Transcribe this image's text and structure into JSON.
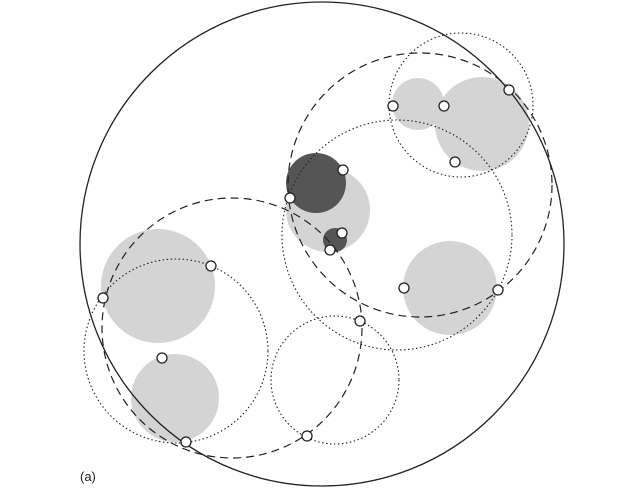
{
  "figure": {
    "panel_label": "(a)",
    "colors": {
      "light_fill": "#d4d4d4",
      "dark_fill": "#555555",
      "stroke": "#222222",
      "point_fill": "#ffffff"
    },
    "line_styles": [
      "solid",
      "dashed",
      "dotted"
    ]
  }
}
